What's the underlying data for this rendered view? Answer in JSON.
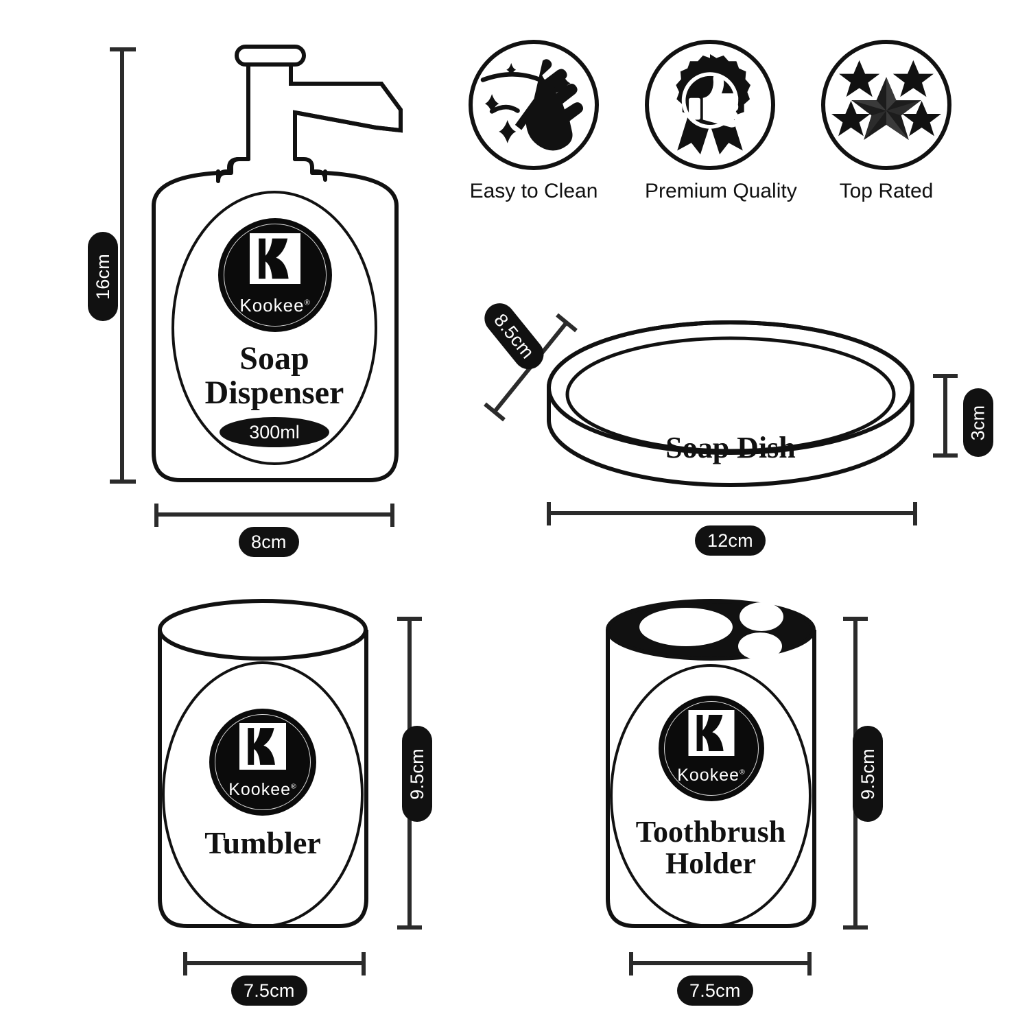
{
  "features": [
    {
      "label": "Easy to Clean",
      "icon": "wiping-hand-sparkle-icon"
    },
    {
      "label": "Premium Quality",
      "icon": "award-ribbon-thumbsup-icon"
    },
    {
      "label": "Top Rated",
      "icon": "five-stars-icon"
    }
  ],
  "brand": {
    "name": "Kookee",
    "trademark": "®",
    "mark": "k-monogram-icon"
  },
  "products": [
    {
      "id": "soap-dispenser",
      "name_line1": "Soap",
      "name_line2": "Dispenser",
      "volume": "300ml",
      "dims": {
        "height": "16cm",
        "width": "8cm"
      }
    },
    {
      "id": "soap-dish",
      "name_line1": "Soap Dish",
      "name_line2": "",
      "dims": {
        "depth": "8.5cm",
        "height": "3cm",
        "width": "12cm"
      }
    },
    {
      "id": "tumbler",
      "name_line1": "Tumbler",
      "name_line2": "",
      "dims": {
        "height": "9.5cm",
        "width": "7.5cm"
      }
    },
    {
      "id": "toothbrush-holder",
      "name_line1": "Toothbrush",
      "name_line2": "Holder",
      "dims": {
        "height": "9.5cm",
        "width": "7.5cm"
      }
    }
  ],
  "colors": {
    "ink": "#111111",
    "paper": "#ffffff",
    "logo_bg": "#0b0b0b"
  }
}
